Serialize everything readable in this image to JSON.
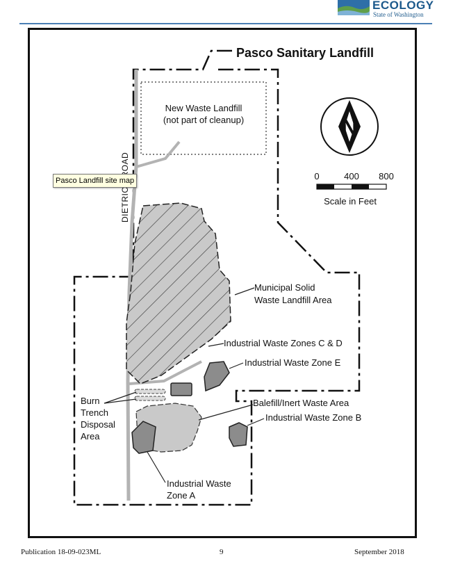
{
  "header": {
    "agency": "ECOLOGY",
    "agency_sub": "State of Washington"
  },
  "map": {
    "title": "Pasco Sanitary Landfill",
    "road_label": "DIETRICH ROAD",
    "new_landfill_line1": "New Waste Landfill",
    "new_landfill_line2": "(not part of cleanup)",
    "north_label": "N",
    "scale": {
      "ticks": [
        "0",
        "400",
        "800"
      ],
      "caption": "Scale in Feet"
    },
    "labels": {
      "msw_line1": "Municipal Solid",
      "msw_line2": "Waste Landfill Area",
      "zone_cd": "Industrial Waste Zones C & D",
      "zone_e": "Industrial Waste Zone E",
      "balefill": "Balefill/Inert Waste Area",
      "zone_b": "Industrial Waste Zone B",
      "zone_a_line1": "Industrial Waste",
      "zone_a_line2": "Zone A",
      "burn_line1": "Burn",
      "burn_line2": "Trench",
      "burn_line3": "Disposal",
      "burn_line4": "Area"
    },
    "colors": {
      "landfill_fill": "#c9c9c9",
      "zone_fill": "#8c8c8c",
      "road": "#b3b3b3"
    }
  },
  "tooltip": "Pasco Landfill site map",
  "footer": {
    "publication": "Publication 18-09-023ML",
    "page": "9",
    "date": "September 2018"
  }
}
